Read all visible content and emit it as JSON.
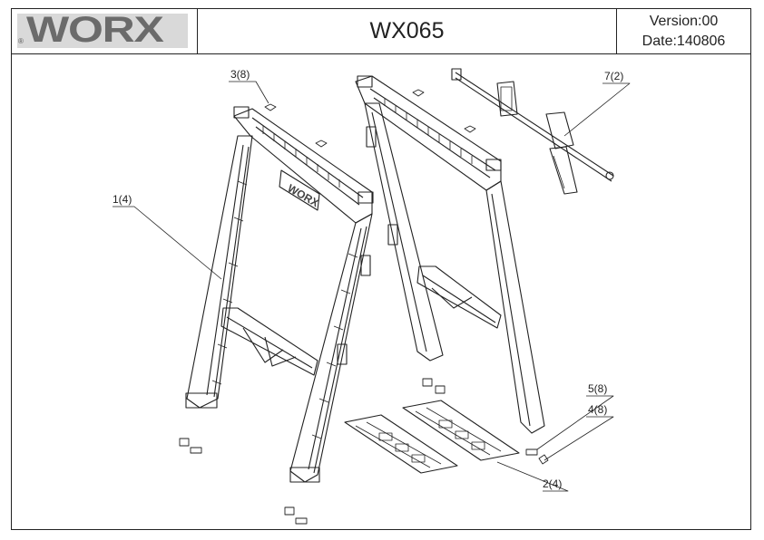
{
  "header": {
    "logo_text": "WORX",
    "logo_mark": "®",
    "model": "WX065",
    "version": "Version:00",
    "date": "Date:140806"
  },
  "callouts": [
    {
      "label": "1(4)"
    },
    {
      "label": "2(4)"
    },
    {
      "label": "3(8)"
    },
    {
      "label": "4(8)"
    },
    {
      "label": "5(8)"
    },
    {
      "label": "7(2)"
    }
  ],
  "frame_logo": "WORX",
  "colors": {
    "line": "#222222",
    "logo_bg": "#d9d9d9",
    "logo_fg": "#6b6b6b"
  }
}
